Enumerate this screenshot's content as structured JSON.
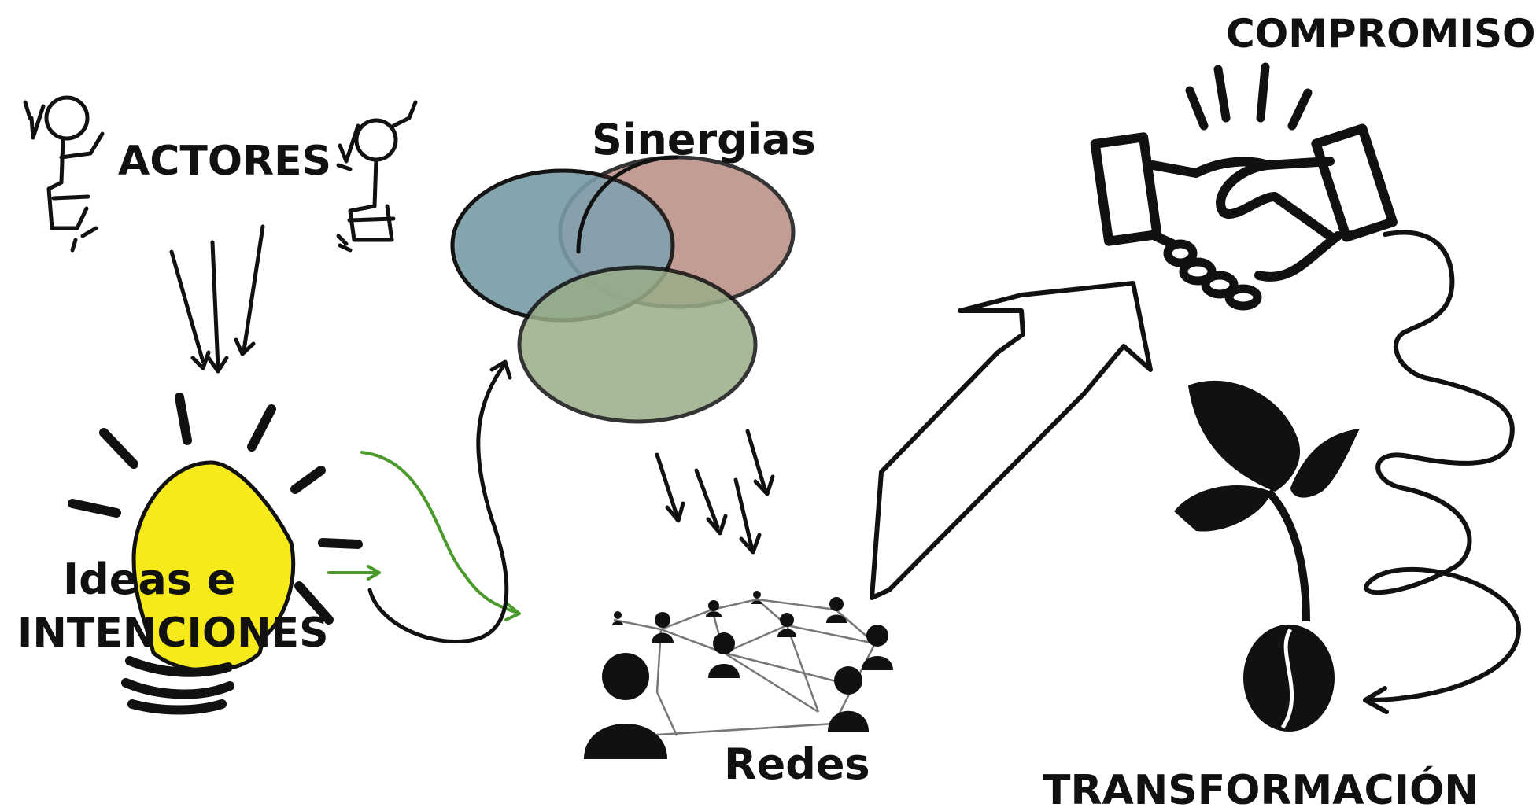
{
  "labels": {
    "actores": "ACTORES",
    "sinergias": "Sinergias",
    "ideas_line1": "Ideas e",
    "ideas_line2": "INTENCIONES",
    "redes": "Redes",
    "compromisos": "COMPROMISOS",
    "transformacion": "TRANSFORMACIÓN"
  },
  "colors": {
    "ink": "#111111",
    "bulb_yellow": "#f6ea1a",
    "green_arrow": "#4a9a2c",
    "circle_blue": "#7fa3b2",
    "circle_red": "#b98c83",
    "circle_green": "#98ad88"
  },
  "icons": {
    "actors": "stick-figure-icon",
    "ideas": "light-bulb-icon",
    "sinergias": "venn-diagram-icon",
    "redes": "people-network-icon",
    "compromisos": "handshake-icon",
    "transformacion": "sprouting-seed-icon"
  }
}
